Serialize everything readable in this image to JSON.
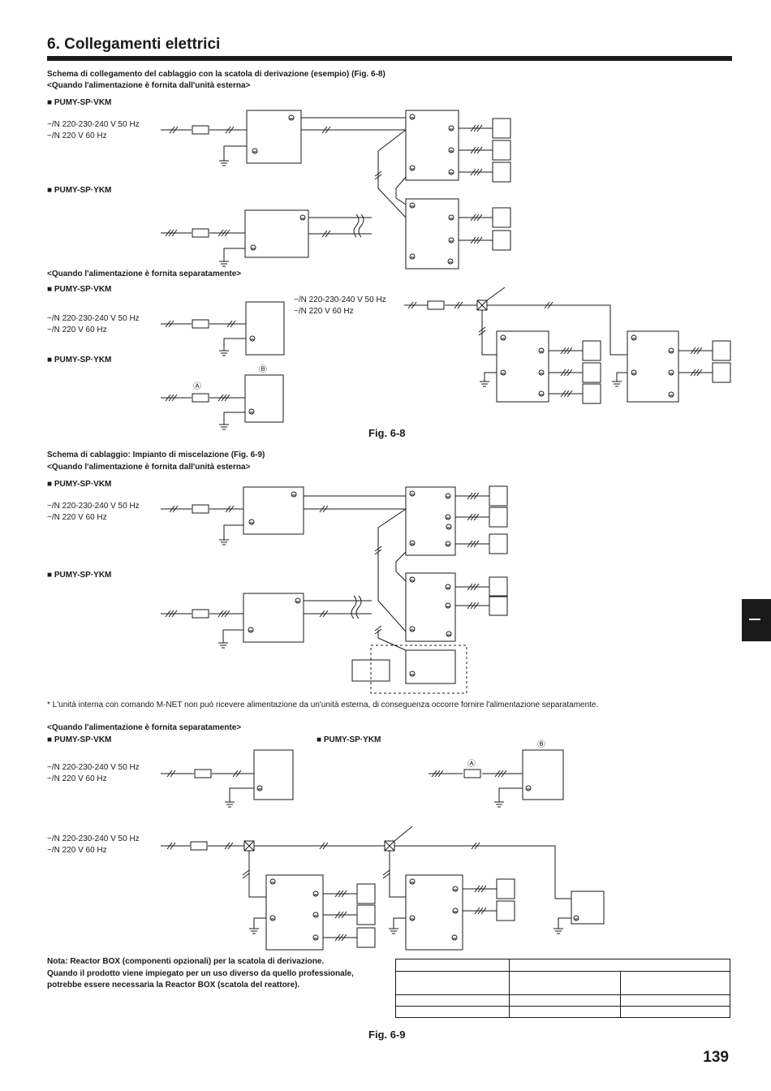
{
  "header": {
    "title": "6.  Collegamenti elettrici"
  },
  "fig68": {
    "heading": "Schema di collegamento del cablaggio con la scatola di derivazione (esempio) (Fig. 6-8)",
    "sub_outdoor": "<Quando l'alimentazione è fornita dall'unità esterna>",
    "model_vkm": "PUMY-SP·VKM",
    "model_ykm": "PUMY-SP·YKM",
    "supply1": "~/N 220-230-240 V 50 Hz",
    "supply2": "~/N 220 V 60 Hz",
    "sub_separate": "<Quando l'alimentazione è fornita separatamente>",
    "marker_a": "Ⓐ",
    "marker_b": "Ⓑ",
    "caption": "Fig. 6-8"
  },
  "fig69": {
    "heading": "Schema di cablaggio: Impianto di miscelazione (Fig. 6-9)",
    "sub_outdoor": "<Quando l'alimentazione è fornita dall'unità esterna>",
    "model_vkm": "PUMY-SP·VKM",
    "model_ykm": "PUMY-SP·YKM",
    "supply1": "~/N 220-230-240 V 50 Hz",
    "supply2": "~/N 220 V 60 Hz",
    "footnote": "* L'unità interna con comando M-NET non può ricevere alimentazione da un'unità esterna, di conseguenza occorre fornire l'alimentazione separatamente.",
    "sub_separate": "<Quando l'alimentazione è fornita separatamente>",
    "marker_a": "Ⓐ",
    "marker_b": "Ⓑ",
    "note_line1": "Nota: Reactor BOX (componenti opzionali) per la scatola di derivazione.",
    "note_line2": "Quando il prodotto viene impiegato per un uso diverso da quello professionale,",
    "note_line3": "potrebbe essere necessaria la Reactor BOX (scatola del reattore).",
    "caption": "Fig. 6-9"
  },
  "side_tab": {
    "label": "I"
  },
  "page_number": "139"
}
